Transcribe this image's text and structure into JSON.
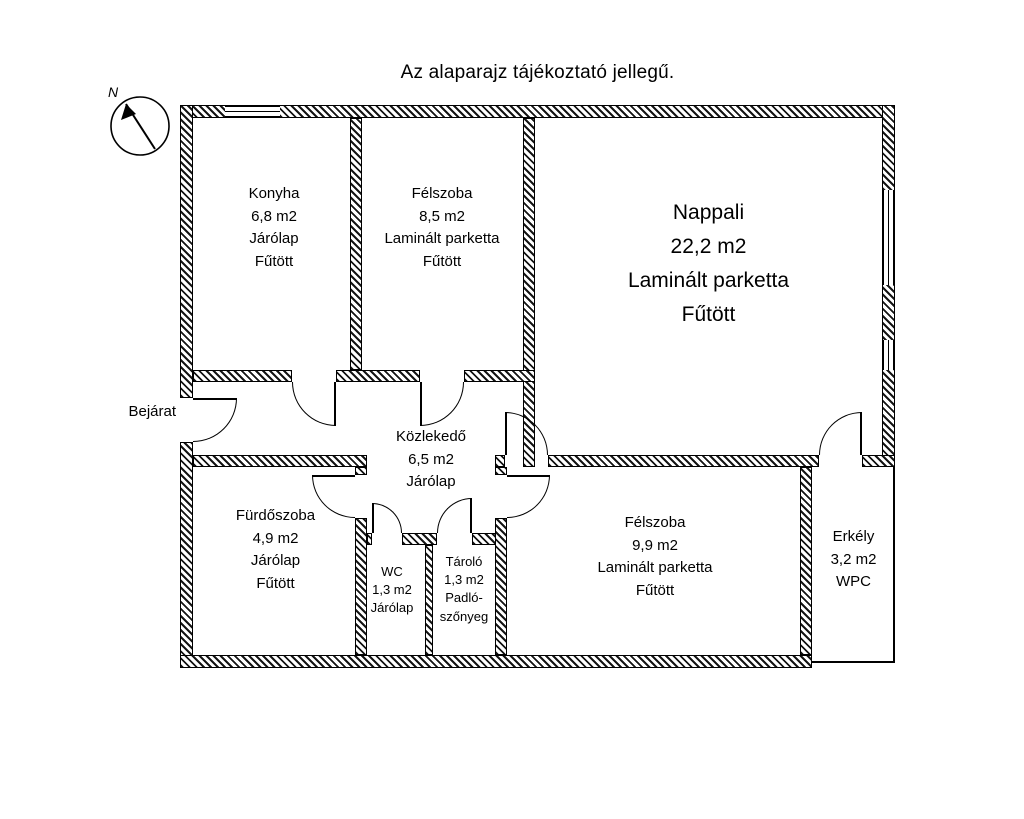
{
  "title": "Az alaparajz tájékoztató jellegű.",
  "compass": {
    "north_label": "N"
  },
  "entrance_label": "Bejárat",
  "rooms": {
    "konyha": {
      "name": "Konyha",
      "area": "6,8 m2",
      "floor": "Járólap",
      "heating": "Fűtött"
    },
    "felszoba_felso": {
      "name": "Félszoba",
      "area": "8,5 m2",
      "floor": "Laminált parketta",
      "heating": "Fűtött"
    },
    "nappali": {
      "name": "Nappali",
      "area": "22,2 m2",
      "floor": "Laminált parketta",
      "heating": "Fűtött"
    },
    "kozlekedo": {
      "name": "Közlekedő",
      "area": "6,5 m2",
      "floor": "Járólap"
    },
    "furdoszoba": {
      "name": "Fürdőszoba",
      "area": "4,9 m2",
      "floor": "Járólap",
      "heating": "Fűtött"
    },
    "wc": {
      "name": "WC",
      "area": "1,3 m2",
      "floor": "Járólap"
    },
    "tarolo": {
      "name": "Tároló",
      "area": "1,3 m2",
      "floor_line1": "Padló-",
      "floor_line2": "szőnyeg"
    },
    "felszoba_also": {
      "name": "Félszoba",
      "area": "9,9 m2",
      "floor": "Laminált parketta",
      "heating": "Fűtött"
    },
    "erkely": {
      "name": "Erkély",
      "area": "3,2 m2",
      "floor": "WPC"
    }
  },
  "colors": {
    "wall": "#000000",
    "background": "#ffffff"
  }
}
